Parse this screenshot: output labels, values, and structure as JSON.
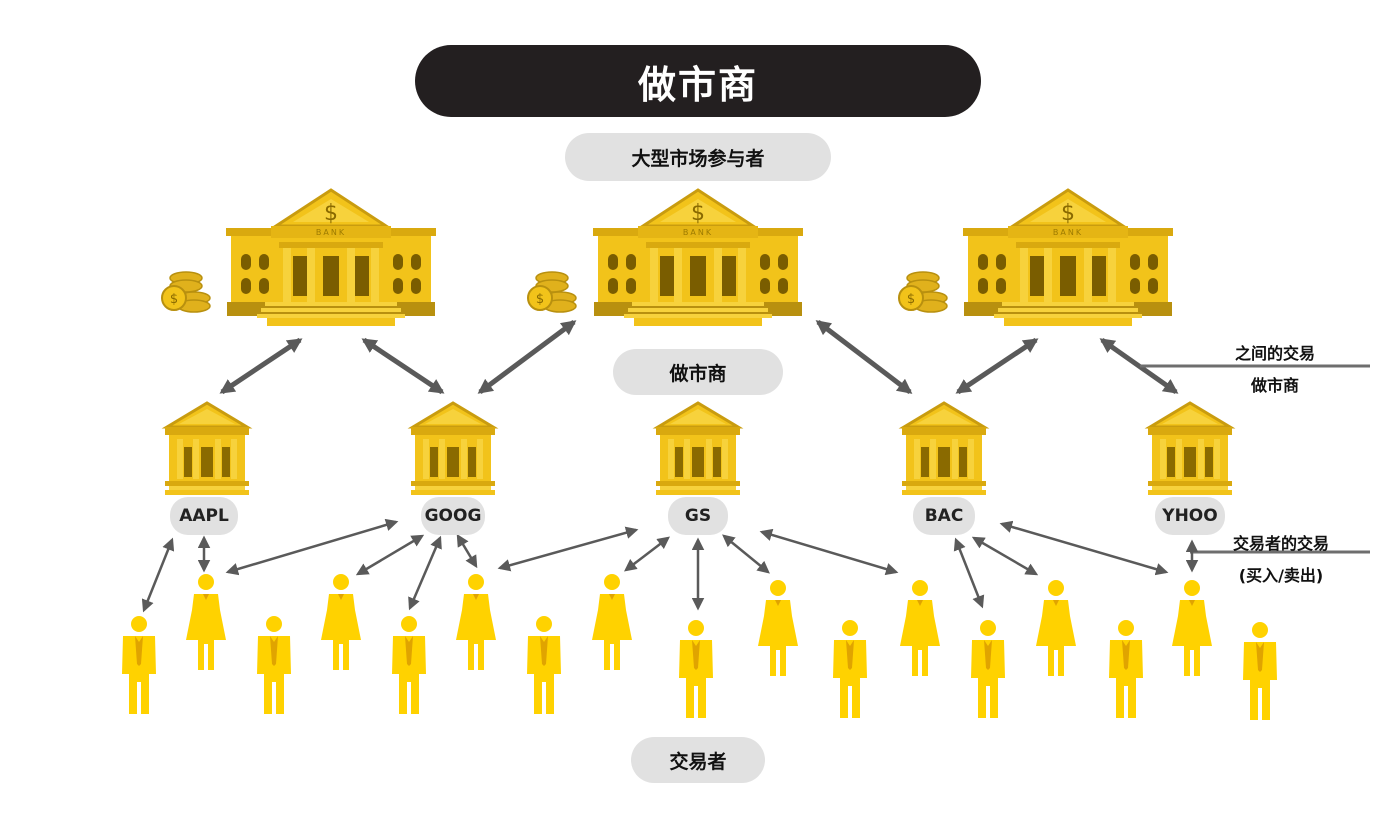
{
  "title": "做市商",
  "labels": {
    "large_participants": "大型市场参与者",
    "market_makers": "做市商",
    "traders": "交易者"
  },
  "side_notes": {
    "mm_trade_line1": "之间的交易",
    "mm_trade_line2": "做市商",
    "trader_trade_line1": "交易者的交易",
    "trader_trade_line2": "(买入/卖出)"
  },
  "bank_label": "BANK",
  "market_makers": [
    "AAPL",
    "GOOG",
    "GS",
    "BAC",
    "YHOO"
  ],
  "colors": {
    "gold": "#f2c31a",
    "gold_dark": "#b8900f",
    "person": "#ffd200",
    "arrow": "#5a5a5a",
    "pill": "#e1e1e1",
    "title_bg": "#231f20"
  }
}
